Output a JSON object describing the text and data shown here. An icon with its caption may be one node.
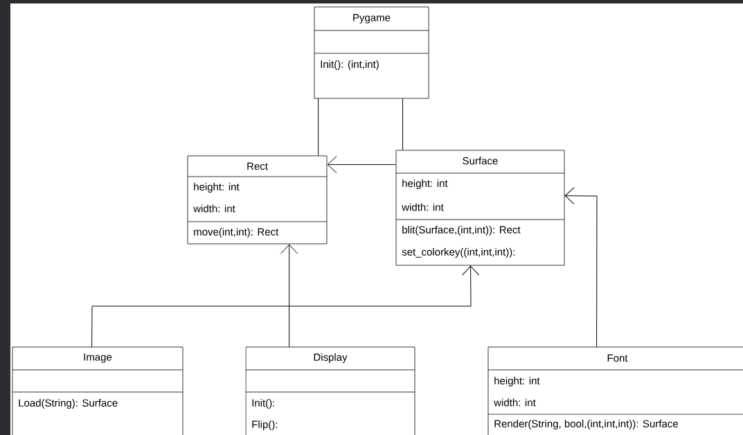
{
  "diagram": {
    "nodes": [
      {
        "text": [
          "Pygame",
          "Init(): (int,int)"
        ]
      },
      {
        "text": [
          "Rect",
          "height: int",
          "width: int",
          "move(int,int): Rect"
        ]
      },
      {
        "text": [
          "Surface",
          "height: int",
          "width: int",
          "blit(Surface,(int,int)): Rect",
          "set_colorkey((int,int,int)):"
        ]
      },
      {
        "text": [
          "Image",
          "Load(String): Surface"
        ]
      },
      {
        "text": [
          "Display",
          "Init():",
          "Flip():"
        ]
      },
      {
        "text": [
          "Font",
          "height: int",
          "width: int",
          "Render(String, bool,(int,int,int)): Surface"
        ]
      }
    ],
    "edges": [
      {
        "from": 0,
        "to": 1,
        "arrow": "none"
      },
      {
        "from": 0,
        "to": 2,
        "arrow": "none"
      },
      {
        "from": 2,
        "to": 1,
        "arrow": "to"
      },
      {
        "from": 5,
        "to": 2,
        "arrow": "to"
      },
      {
        "from": 3,
        "to": 2,
        "arrow": "to"
      },
      {
        "from": 4,
        "to": 1,
        "arrow": "to"
      }
    ]
  }
}
